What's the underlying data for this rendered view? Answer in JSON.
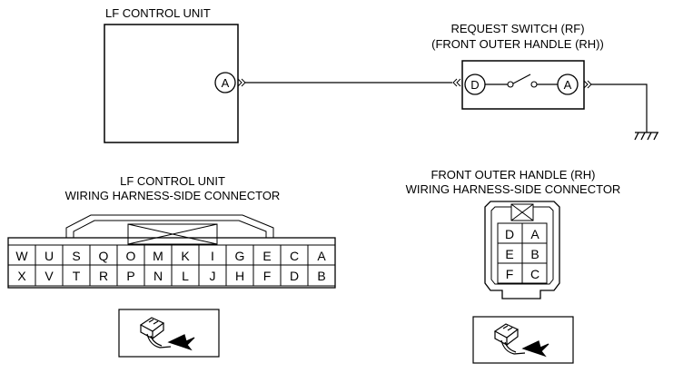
{
  "circuit": {
    "control_unit_title": "LF CONTROL UNIT",
    "control_unit_terminal": "A",
    "switch_title_line1": "REQUEST SWITCH (RF)",
    "switch_title_line2": "(FRONT OUTER HANDLE (RH))",
    "switch_terminal_left": "D",
    "switch_terminal_right": "A"
  },
  "lf_connector": {
    "title_line1": "LF CONTROL UNIT",
    "title_line2": "WIRING HARNESS-SIDE CONNECTOR",
    "top_row": [
      "W",
      "U",
      "S",
      "Q",
      "O",
      "M",
      "K",
      "I",
      "G",
      "E",
      "C",
      "A"
    ],
    "bottom_row": [
      "X",
      "V",
      "T",
      "R",
      "P",
      "N",
      "L",
      "J",
      "H",
      "F",
      "D",
      "B"
    ]
  },
  "rh_connector": {
    "title_line1": "FRONT OUTER HANDLE (RH)",
    "title_line2": "WIRING HARNESS-SIDE CONNECTOR",
    "grid": [
      [
        "D",
        "A"
      ],
      [
        "E",
        "B"
      ],
      [
        "F",
        "C"
      ]
    ]
  },
  "icons": [
    "connector-view-arrow-icon",
    "ground-symbol-icon"
  ]
}
